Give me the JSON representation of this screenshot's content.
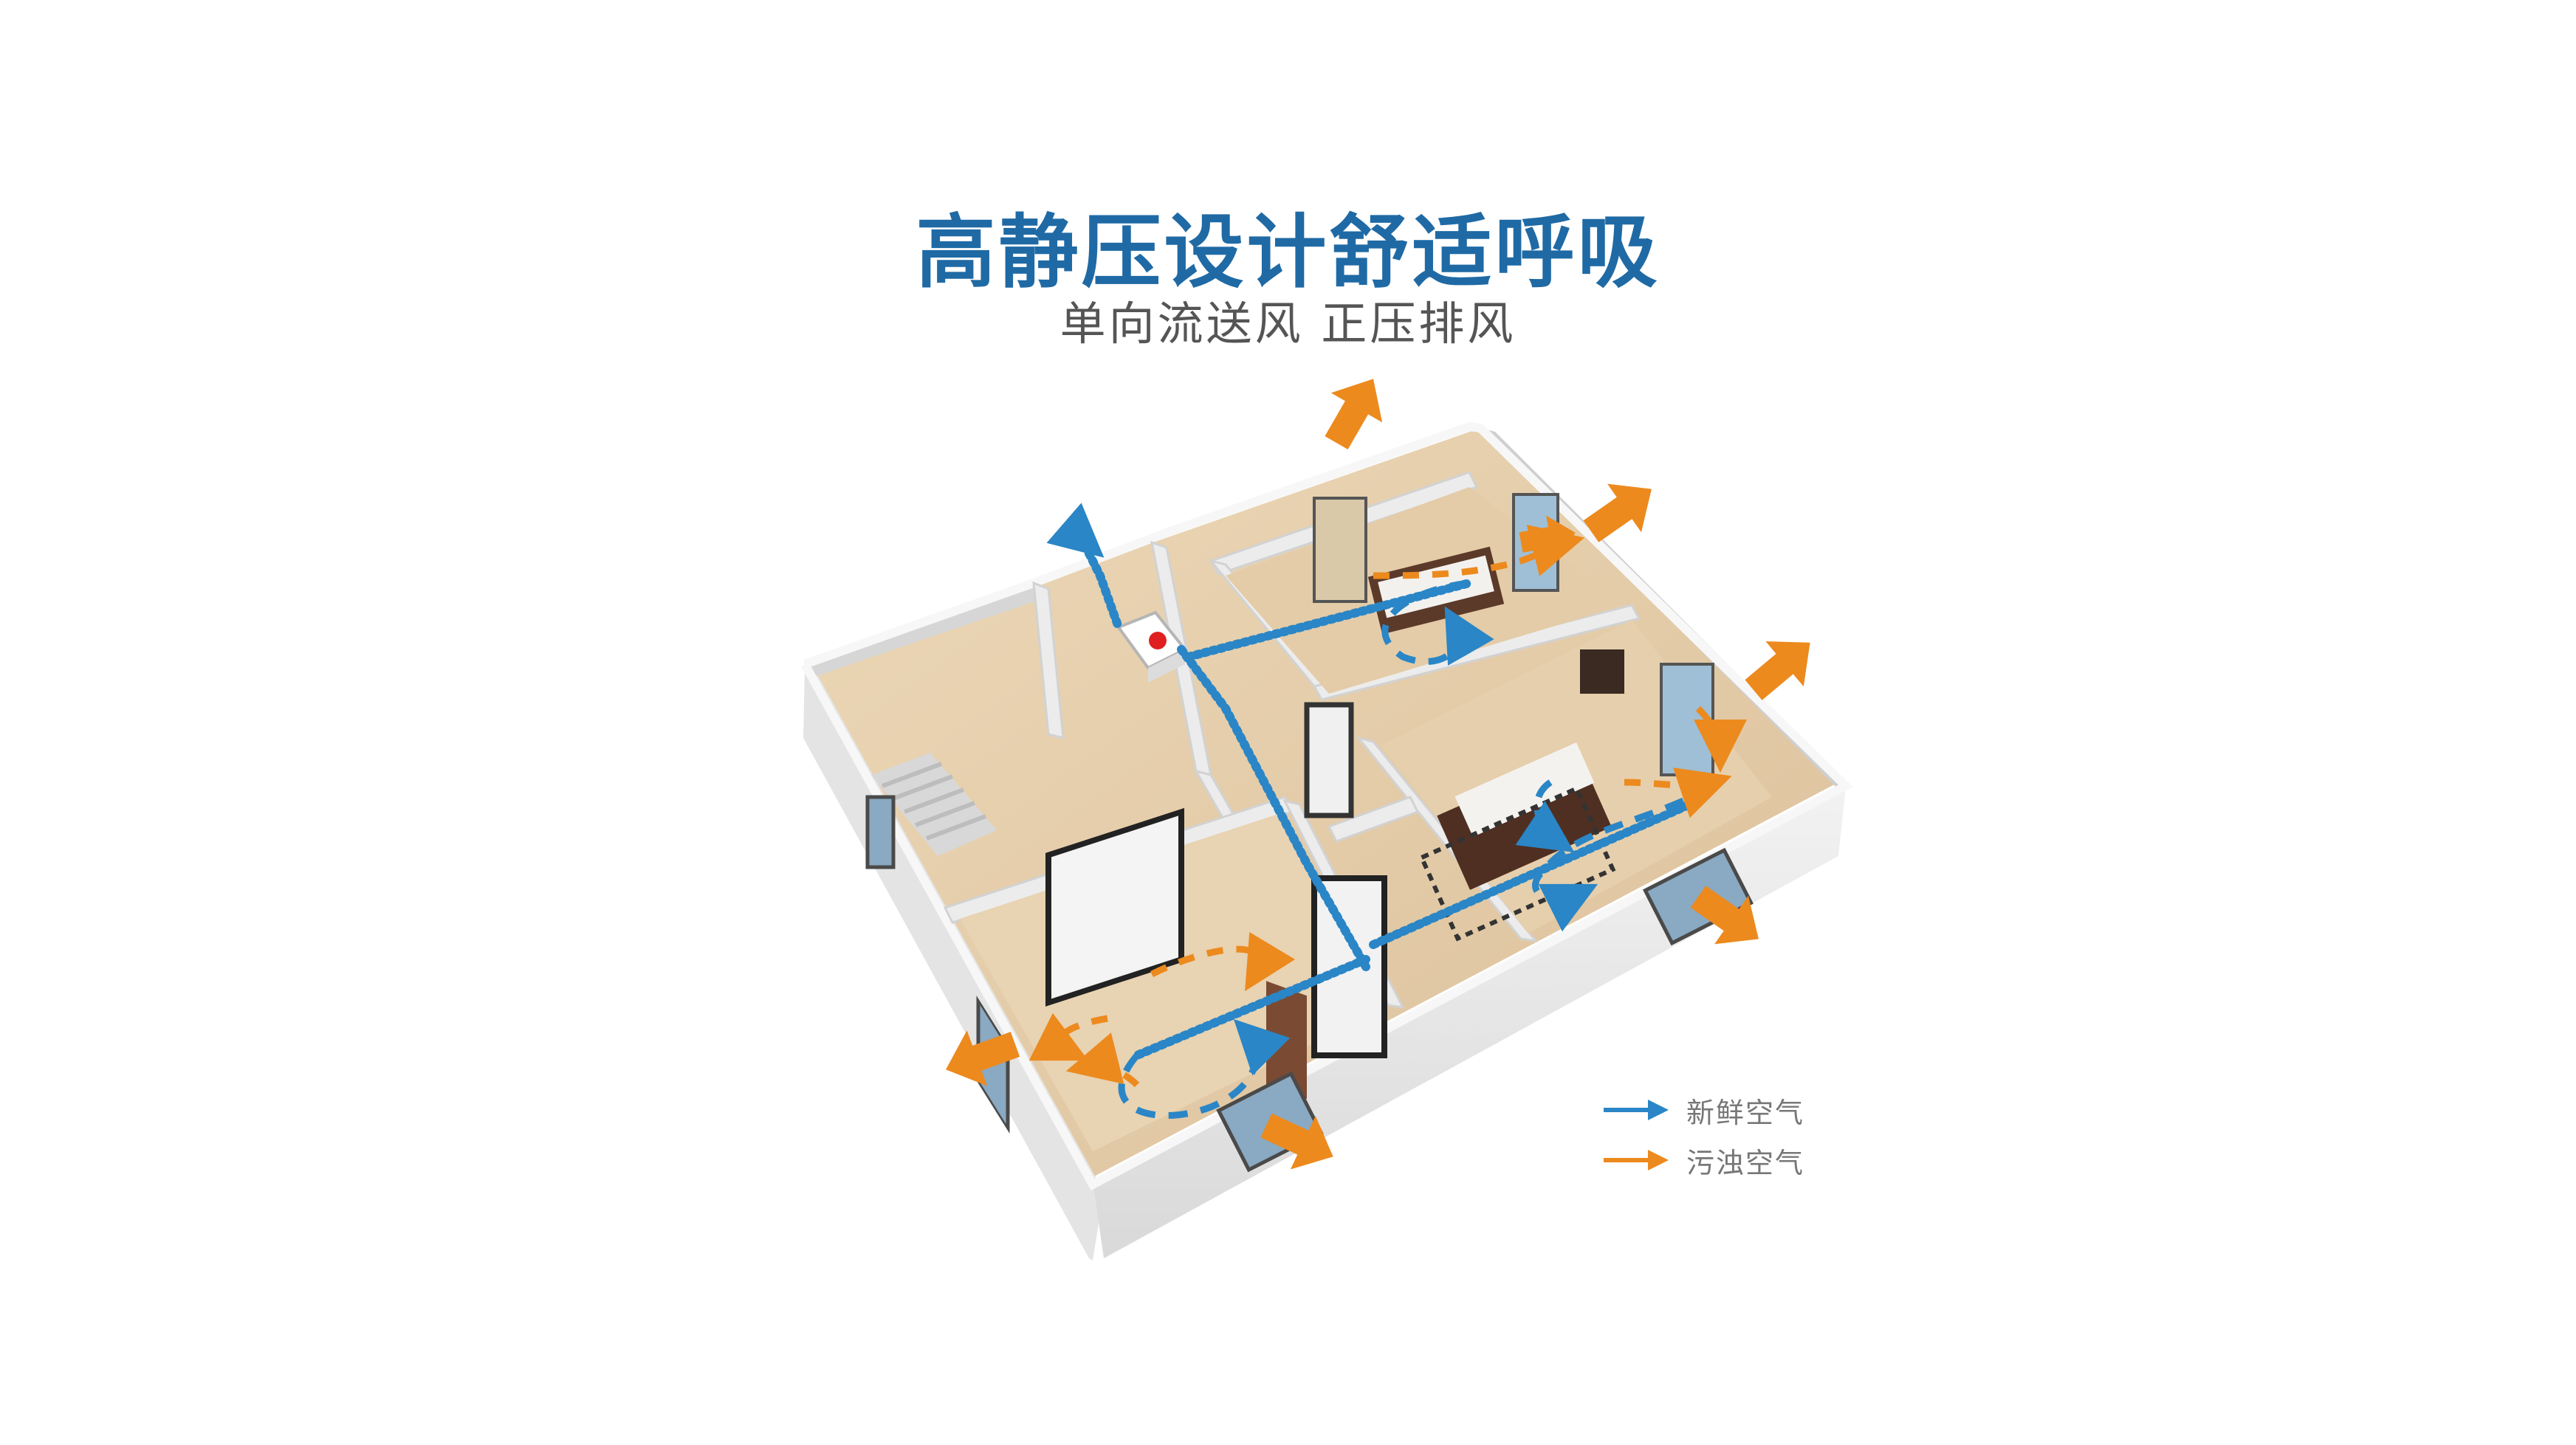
{
  "header": {
    "title": "高静压设计舒适呼吸",
    "subtitle": "单向流送风 正压排风"
  },
  "legend": {
    "items": [
      {
        "label": "新鲜空气",
        "color": "#2a86c6",
        "icon": "arrow-right-icon"
      },
      {
        "label": "污浊空气",
        "color": "#ec8a1e",
        "icon": "arrow-right-icon"
      }
    ]
  },
  "colors": {
    "title": "#1f6aa5",
    "subtitle": "#555555",
    "legend_text": "#777777",
    "fresh_air": "#2a86c6",
    "stale_air": "#ec8a1e",
    "wall": "#e9e9e9",
    "floor": "#e6cfae"
  }
}
